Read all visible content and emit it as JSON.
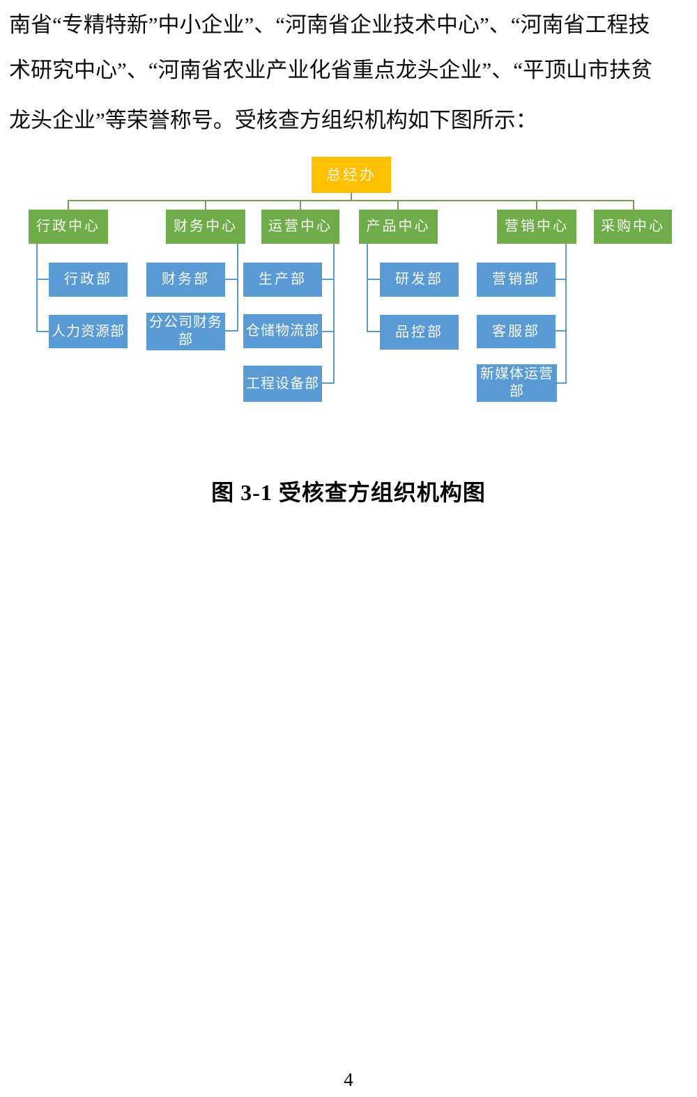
{
  "document": {
    "body_lines": [
      "南省“专精特新”中小企业”、“河南省企业技术中心”、“河南省工程技",
      "术研究中心”、“河南省农业产业化省重点龙头企业”、“平顶山市扶贫",
      "龙头企业”等荣誉称号。受核查方组织机构如下图所示："
    ],
    "figure_caption": "图 3-1  受核查方组织机构图",
    "page_number": "4"
  },
  "org_chart": {
    "type": "org-chart",
    "root": "总经办",
    "centers": [
      "行政中心",
      "财务中心",
      "运营中心",
      "产品中心",
      "营销中心",
      "采购中心"
    ],
    "departments": {
      "admin": [
        "行政部",
        "人力资源部"
      ],
      "finance": [
        "财务部",
        "分公司财务部"
      ],
      "operations": [
        "生产部",
        "仓储物流部",
        "工程设备部"
      ],
      "product": [
        "研发部",
        "品控部"
      ],
      "marketing": [
        "营销部",
        "客服部",
        "新媒体运营部"
      ],
      "purchasing": []
    },
    "colors": {
      "root_fill": "#FFC000",
      "center_fill": "#6FAD4B",
      "department_fill": "#5B9BD5",
      "top_connector": "#7D9A55",
      "child_connector": "#5B9BD5",
      "box_text": "#FFFFFF",
      "body_text": "#0D0D0D"
    }
  }
}
